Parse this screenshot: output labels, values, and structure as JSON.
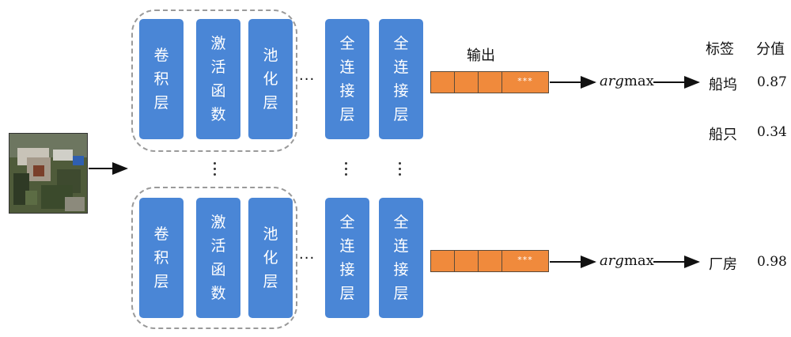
{
  "input_image": {
    "alt": ""
  },
  "branches": [
    {
      "blocks": {
        "conv": "卷\n积\n层",
        "activation": "激\n活\n函\n数",
        "pool": "池\n化\n层",
        "fc1": "全\n连\n接\n层",
        "fc2": "全\n连\n接\n层"
      },
      "ellipsis": "···",
      "output_cells_ellipsis": "***",
      "argmax_italic": "arg",
      "argmax_rest": "max"
    },
    {
      "blocks": {
        "conv": "卷\n积\n层",
        "activation": "激\n活\n函\n数",
        "pool": "池\n化\n层",
        "fc1": "全\n连\n接\n层",
        "fc2": "全\n连\n接\n层"
      },
      "ellipsis": "···",
      "output_cells_ellipsis": "***",
      "argmax_italic": "arg",
      "argmax_rest": "max"
    }
  ],
  "output_header": "输出",
  "table_headers": {
    "label": "标签",
    "score": "分值"
  },
  "results": [
    {
      "label": "船坞",
      "score": "0.87"
    },
    {
      "label": "船只",
      "score": "0.34"
    },
    {
      "label": "厂房",
      "score": "0.98"
    }
  ],
  "colors": {
    "block_blue": "#4a86d6",
    "vector_orange": "#f08a3c",
    "dashed_border": "#9a9a9a"
  }
}
